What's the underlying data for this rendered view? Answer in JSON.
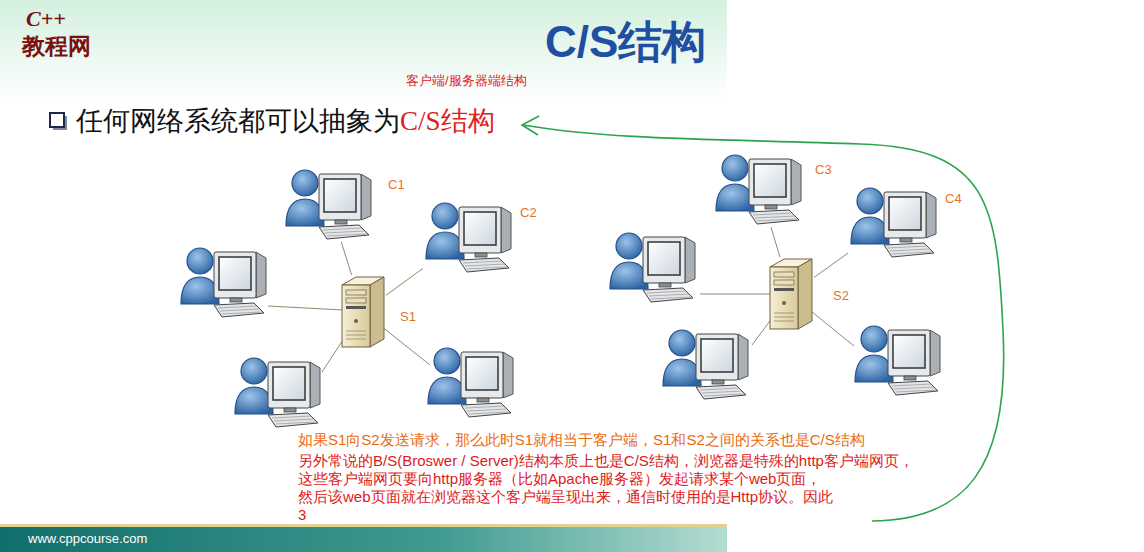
{
  "diagram": {
    "title": "C/S结构",
    "nodes": [
      {
        "text": [
          "C1"
        ]
      },
      {
        "text": [
          "C2"
        ]
      },
      {
        "text": [
          "S1"
        ]
      },
      {
        "text": [
          "C3"
        ]
      },
      {
        "text": [
          "C4"
        ]
      },
      {
        "text": [
          "S2"
        ]
      }
    ],
    "edges": [
      {
        "from": 2,
        "to": 0,
        "arrow": "none"
      },
      {
        "from": 2,
        "to": 1,
        "arrow": "none"
      },
      {
        "from": 5,
        "to": 3,
        "arrow": "none"
      },
      {
        "from": 5,
        "to": 4,
        "arrow": "none"
      }
    ],
    "labels": [
      "C++",
      "教程网",
      "客户端/服务器端结构",
      "任何网络系统都可以抽象为",
      "C/S结构",
      "如果S1向S2发送请求，那么此时S1就相当于客户端，S1和S2之间的关系也是C/S结构",
      "另外常说的B/S(Broswer / Server)结构本质上也是C/S结构，浏览器是特殊的http客户端网页，",
      "这些客户端网页要向http服务器（比如Apache服务器）发起请求某个web页面，",
      "然后该web页面就在浏览器这个客户端呈现出来，通信时使用的是Http协议。因此",
      "3",
      "www.cppcourse.com"
    ]
  }
}
